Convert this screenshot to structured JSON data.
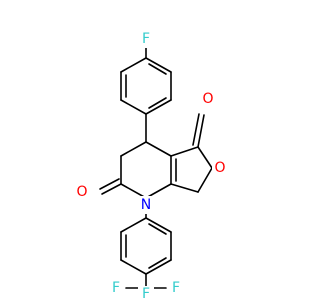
{
  "colors": {
    "bond": "#000000",
    "oxygen": "#ff0000",
    "nitrogen": "#0000ff",
    "fluorine": "#33cccc",
    "background": "#ffffff"
  },
  "atoms": [
    {
      "id": "f_top",
      "element": "F",
      "label": "F"
    },
    {
      "id": "o_ketone_right",
      "element": "O",
      "label": "O"
    },
    {
      "id": "o_ring",
      "element": "O",
      "label": "O"
    },
    {
      "id": "o_amide_left",
      "element": "O",
      "label": "O"
    },
    {
      "id": "n_ring",
      "element": "N",
      "label": "N"
    },
    {
      "id": "f_cf3_left",
      "element": "F",
      "label": "F"
    },
    {
      "id": "f_cf3_right",
      "element": "F",
      "label": "F"
    },
    {
      "id": "f_cf3_bottom",
      "element": "F",
      "label": "F"
    }
  ]
}
